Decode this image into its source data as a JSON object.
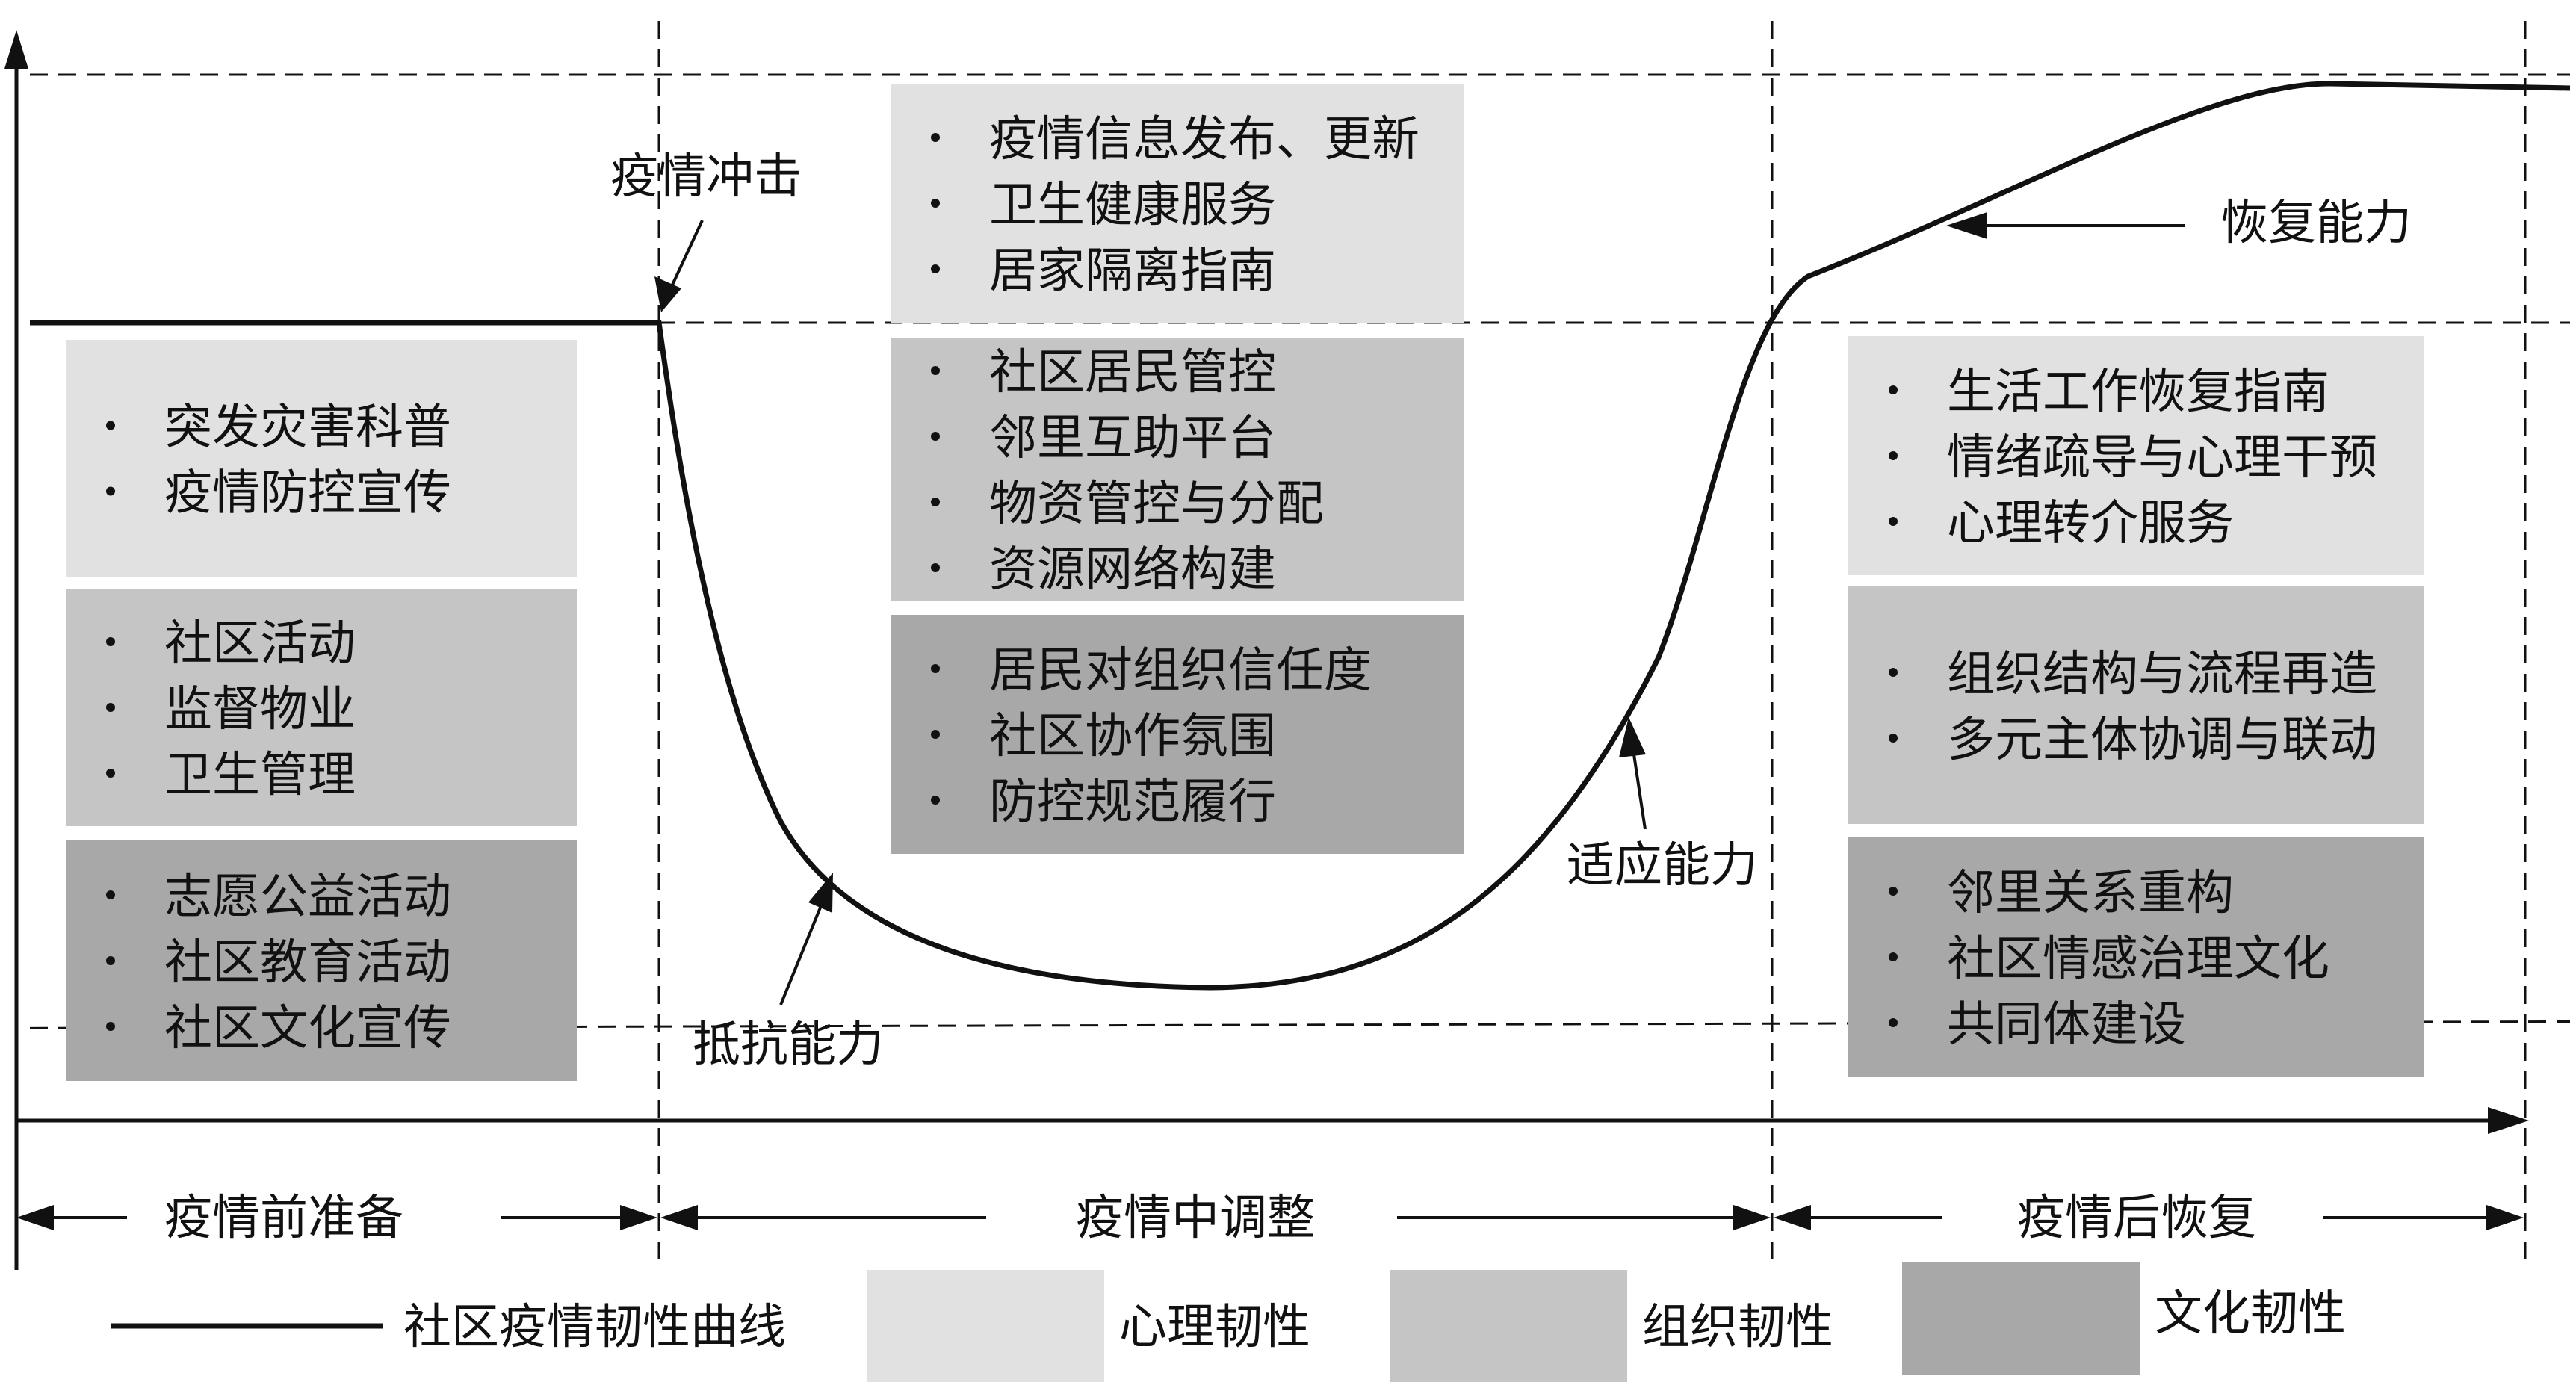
{
  "colors": {
    "psych": "#e1e1e1",
    "org": "#c5c5c5",
    "culture": "#a8a8a8",
    "line": "#111111"
  },
  "annotations": {
    "shock": "疫情冲击",
    "recovery": "恢复能力",
    "resistance": "抵抗能力",
    "adaptation": "适应能力"
  },
  "phases": {
    "before": "疫情前准备",
    "during": "疫情中调整",
    "after": "疫情后恢复"
  },
  "groups": {
    "before": {
      "psych": [
        "突发灾害科普",
        "疫情防控宣传"
      ],
      "org": [
        "社区活动",
        "监督物业",
        "卫生管理"
      ],
      "culture": [
        "志愿公益活动",
        "社区教育活动",
        "社区文化宣传"
      ]
    },
    "during": {
      "psych": [
        "疫情信息发布、更新",
        "卫生健康服务",
        "居家隔离指南"
      ],
      "org": [
        "社区居民管控",
        "邻里互助平台",
        "物资管控与分配",
        "资源网络构建"
      ],
      "culture": [
        "居民对组织信任度",
        "社区协作氛围",
        "防控规范履行"
      ]
    },
    "after": {
      "psych": [
        "生活工作恢复指南",
        "情绪疏导与心理干预",
        "心理转介服务"
      ],
      "org": [
        "组织结构与流程再造",
        "多元主体协调与联动"
      ],
      "culture": [
        "邻里关系重构",
        "社区情感治理文化",
        "共同体建设"
      ]
    }
  },
  "legend": {
    "curve": "社区疫情韧性曲线",
    "psych": "心理韧性",
    "org": "组织韧性",
    "culture": "文化韧性"
  }
}
